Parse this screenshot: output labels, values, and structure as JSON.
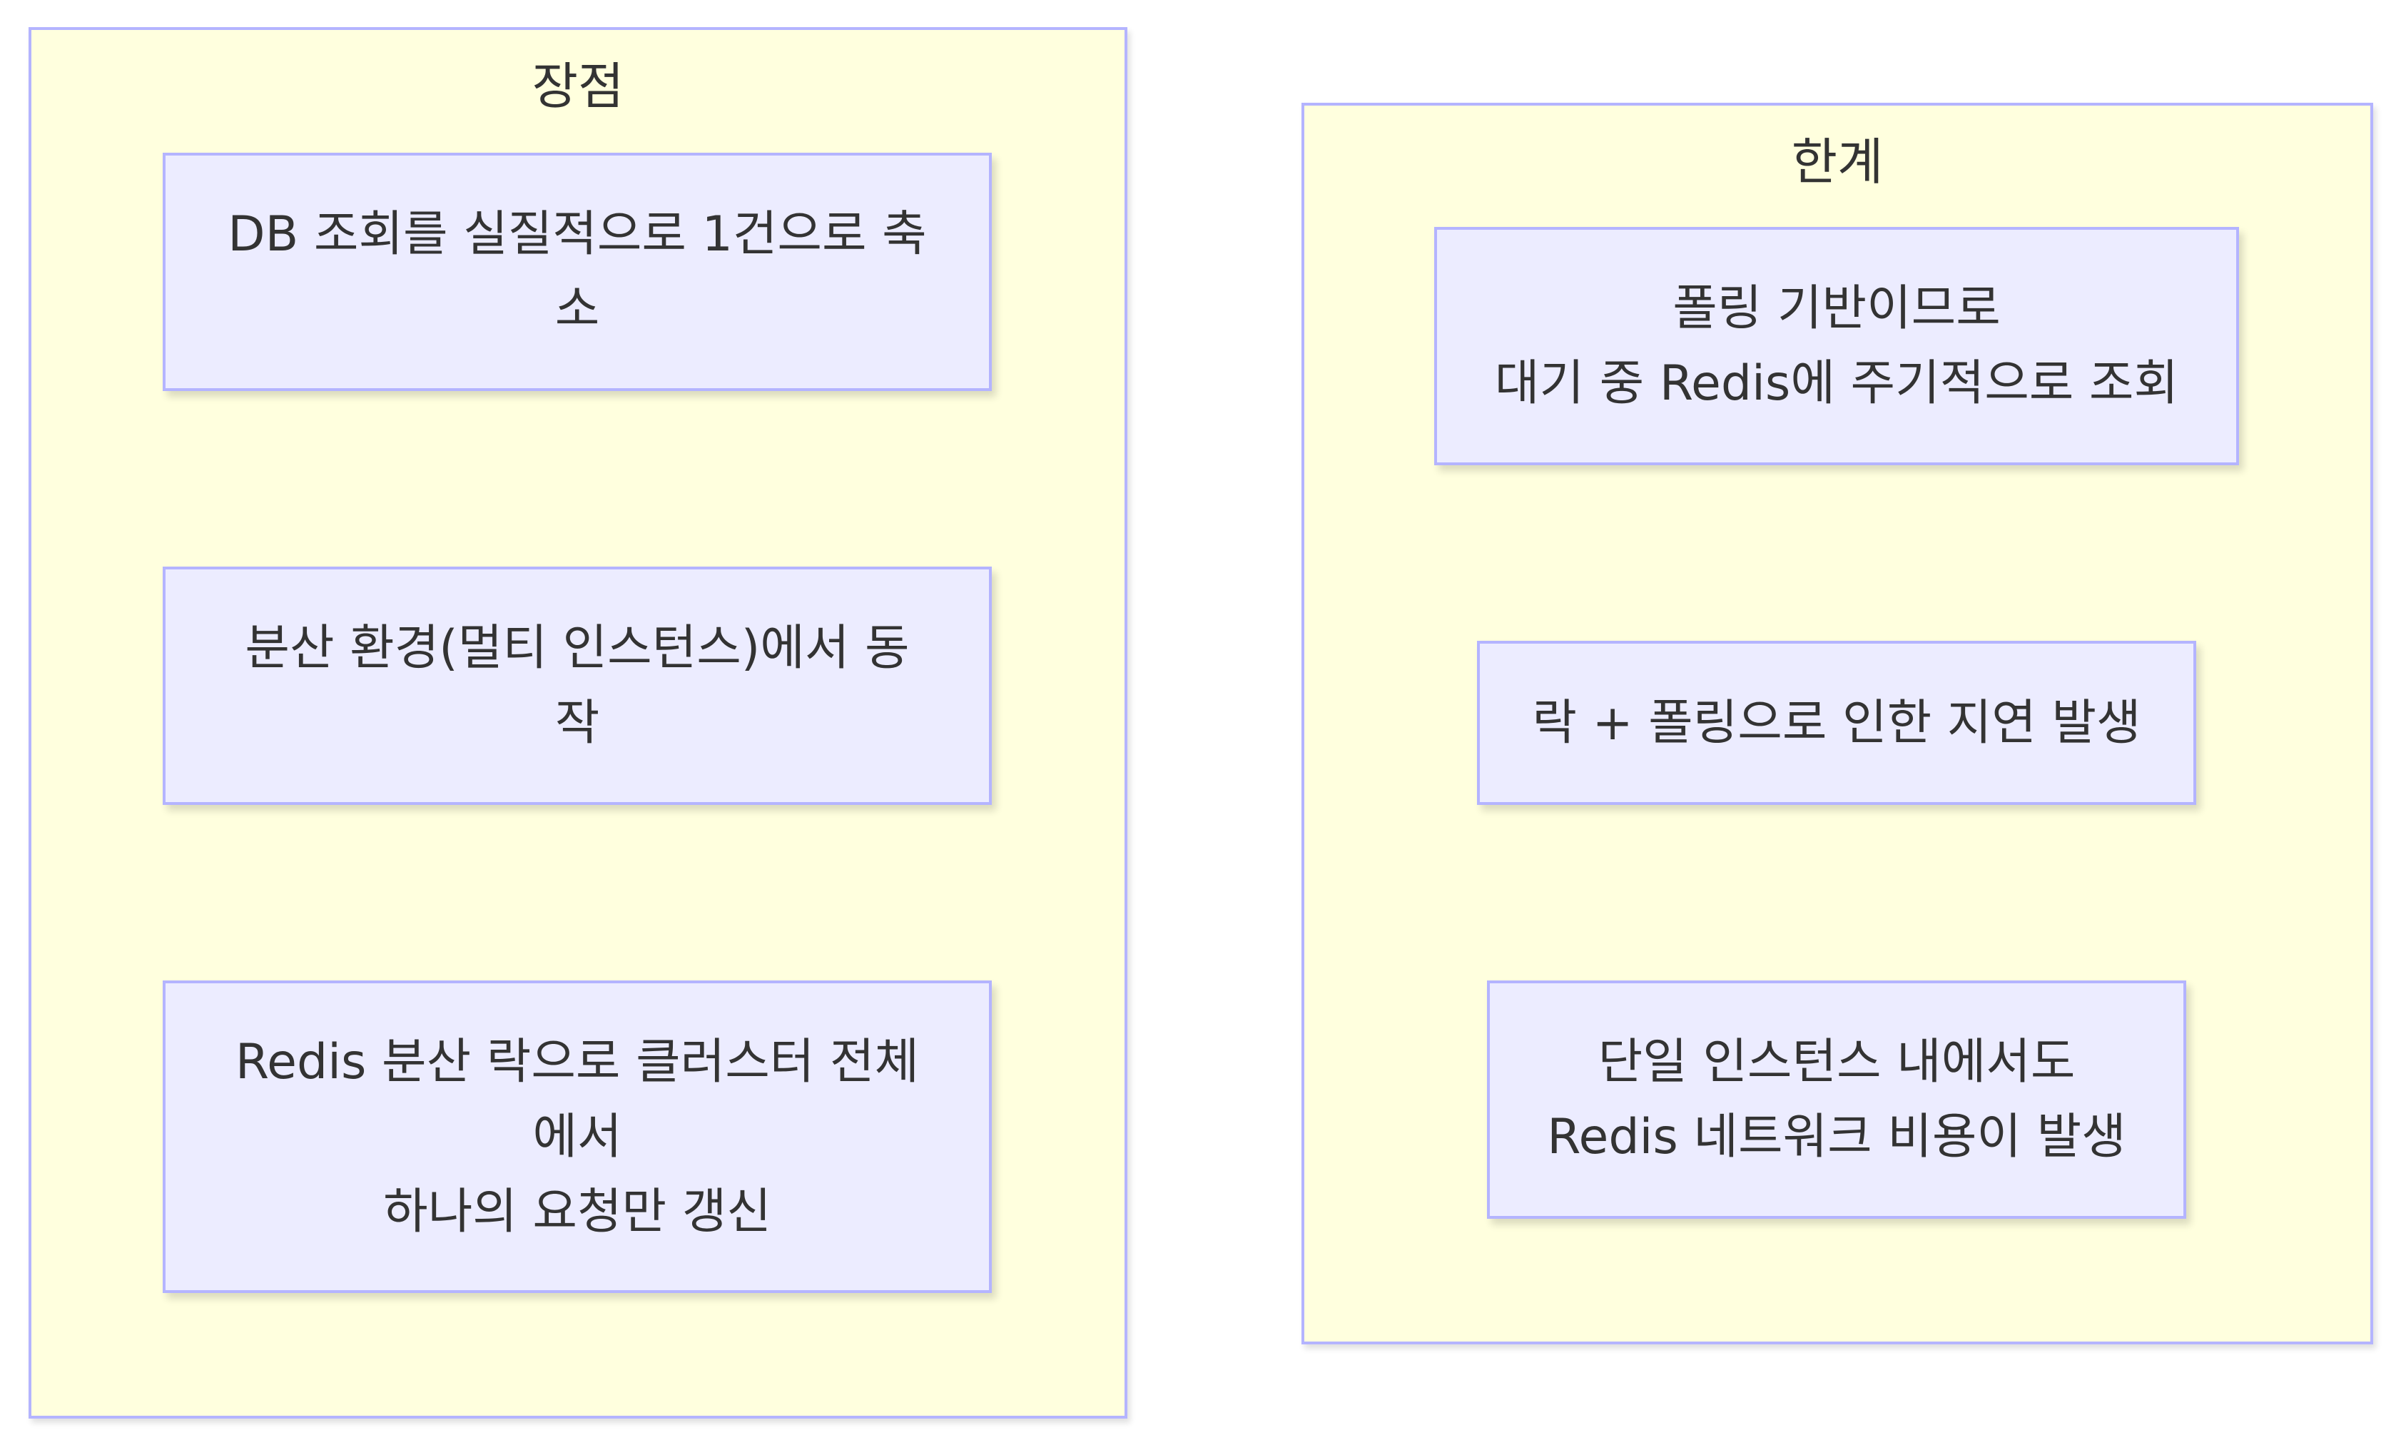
{
  "colors": {
    "cluster_fill": "#ffffde",
    "cluster_stroke": "#b4b4ff",
    "node_fill": "#ececff",
    "node_stroke": "#b4b4ff",
    "text": "#333333"
  },
  "clusters": {
    "pros": {
      "title": "장점",
      "nodes": [
        {
          "lines": [
            "DB 조회를 실질적으로 1건으로 축",
            "소"
          ]
        },
        {
          "lines": [
            "분산 환경(멀티 인스턴스)에서 동",
            "작"
          ]
        },
        {
          "lines": [
            "Redis 분산 락으로 클러스터 전체",
            "에서",
            "하나의 요청만 갱신"
          ]
        }
      ]
    },
    "limits": {
      "title": "한계",
      "nodes": [
        {
          "lines": [
            "폴링 기반이므로",
            "대기 중 Redis에 주기적으로 조회"
          ]
        },
        {
          "lines": [
            "락 + 폴링으로 인한 지연 발생"
          ]
        },
        {
          "lines": [
            "단일 인스턴스 내에서도",
            "Redis 네트워크 비용이 발생"
          ]
        }
      ]
    }
  }
}
